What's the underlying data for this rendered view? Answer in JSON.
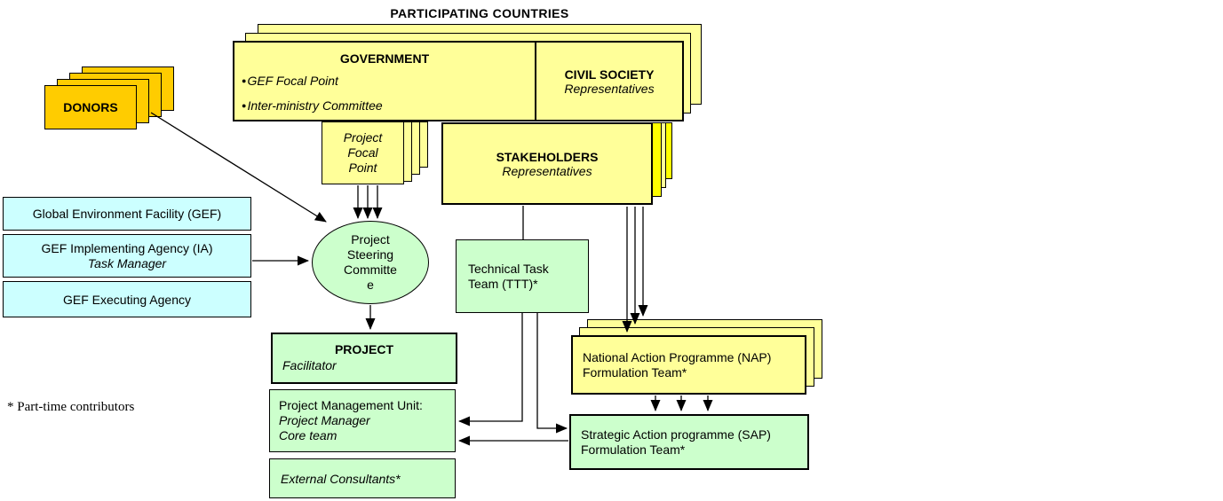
{
  "title": "PARTICIPATING COUNTRIES",
  "bullet_char": "●",
  "donors": {
    "label": "DONORS"
  },
  "government": {
    "title": "GOVERNMENT",
    "bullet1": "GEF Focal Point",
    "bullet2": "Inter-ministry Committee"
  },
  "civil_society": {
    "title": "CIVIL SOCIETY",
    "subtitle": "Representatives"
  },
  "gef": {
    "facility": "Global Environment Facility (GEF)",
    "ia_line1": "GEF Implementing Agency (IA)",
    "ia_line2": "Task Manager",
    "executing": "GEF Executing Agency"
  },
  "focal_point": {
    "label": "Project\nFocal\nPoint"
  },
  "stakeholders": {
    "title": "STAKEHOLDERS",
    "subtitle": "Representatives"
  },
  "steering": {
    "label": "Project\nSteering\nCommitte\ne"
  },
  "ttt": {
    "label": "Technical Task Team (TTT)*"
  },
  "project": {
    "title": "PROJECT",
    "subtitle": "Facilitator"
  },
  "pmu": {
    "line1": "Project Management Unit:",
    "line2": "Project Manager",
    "line3": "Core team"
  },
  "external": {
    "label": "External Consultants*"
  },
  "nap": {
    "line1": "National Action Programme (NAP)",
    "line2": "Formulation Team*"
  },
  "sap": {
    "line1": "Strategic Action programme (SAP)",
    "line2": "Formulation Team*"
  },
  "note": "* Part-time contributors",
  "colors": {
    "pale_yellow": "#FFFF99",
    "bright_yellow": "#FFFF00",
    "gold": "#FFCC00",
    "light_blue": "#CCFFFF",
    "light_green": "#CCFFCC",
    "line": "#000000"
  }
}
